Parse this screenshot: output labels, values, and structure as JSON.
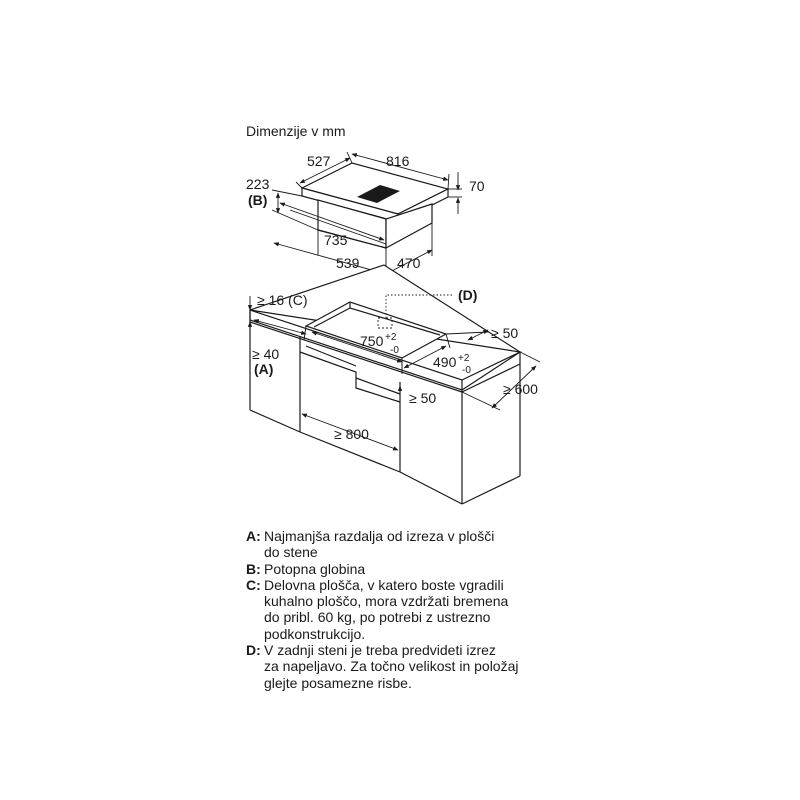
{
  "title": "Dimenzije v mm",
  "hob": {
    "depth": "527",
    "width": "816",
    "height": "70",
    "depth_b": "223",
    "label_b": "(B)",
    "cut_width": "735",
    "cut_front": "539",
    "cut_side": "470"
  },
  "worktop": {
    "clear_c": "≥ 16 (",
    "label_c": "C",
    "clear_c_close": ")",
    "label_d": "(D)",
    "clear_top": "≥ 50",
    "cut_width": "750",
    "cut_width_tol_plus": "+2",
    "cut_width_tol_minus": "-0",
    "cut_depth": "490",
    "cut_depth_tol_plus": "+2",
    "cut_depth_tol_minus": "-0",
    "min_depth": "≥ 600",
    "clear_a": "≥ 40",
    "label_a": "(A)",
    "clear_side": "≥ 50",
    "cabinet_width": "≥ 800"
  },
  "legend": [
    {
      "key": "A:",
      "text": "Najmanjša razdalja od izreza v plošči\ndo stene"
    },
    {
      "key": "B:",
      "text": "Potopna globina"
    },
    {
      "key": "C:",
      "text": "Delovna plošča, v katero boste vgradili\nkuhalno ploščo, mora vzdržati bremena\ndo pribl. 60 kg, po potrebi z ustrezno\npodkonstrukcijo."
    },
    {
      "key": "D:",
      "text": "V zadnji steni je treba predvideti izrez\nza napeljavo. Za točno velikost in položaj\nglejte posamezne risbe."
    }
  ]
}
